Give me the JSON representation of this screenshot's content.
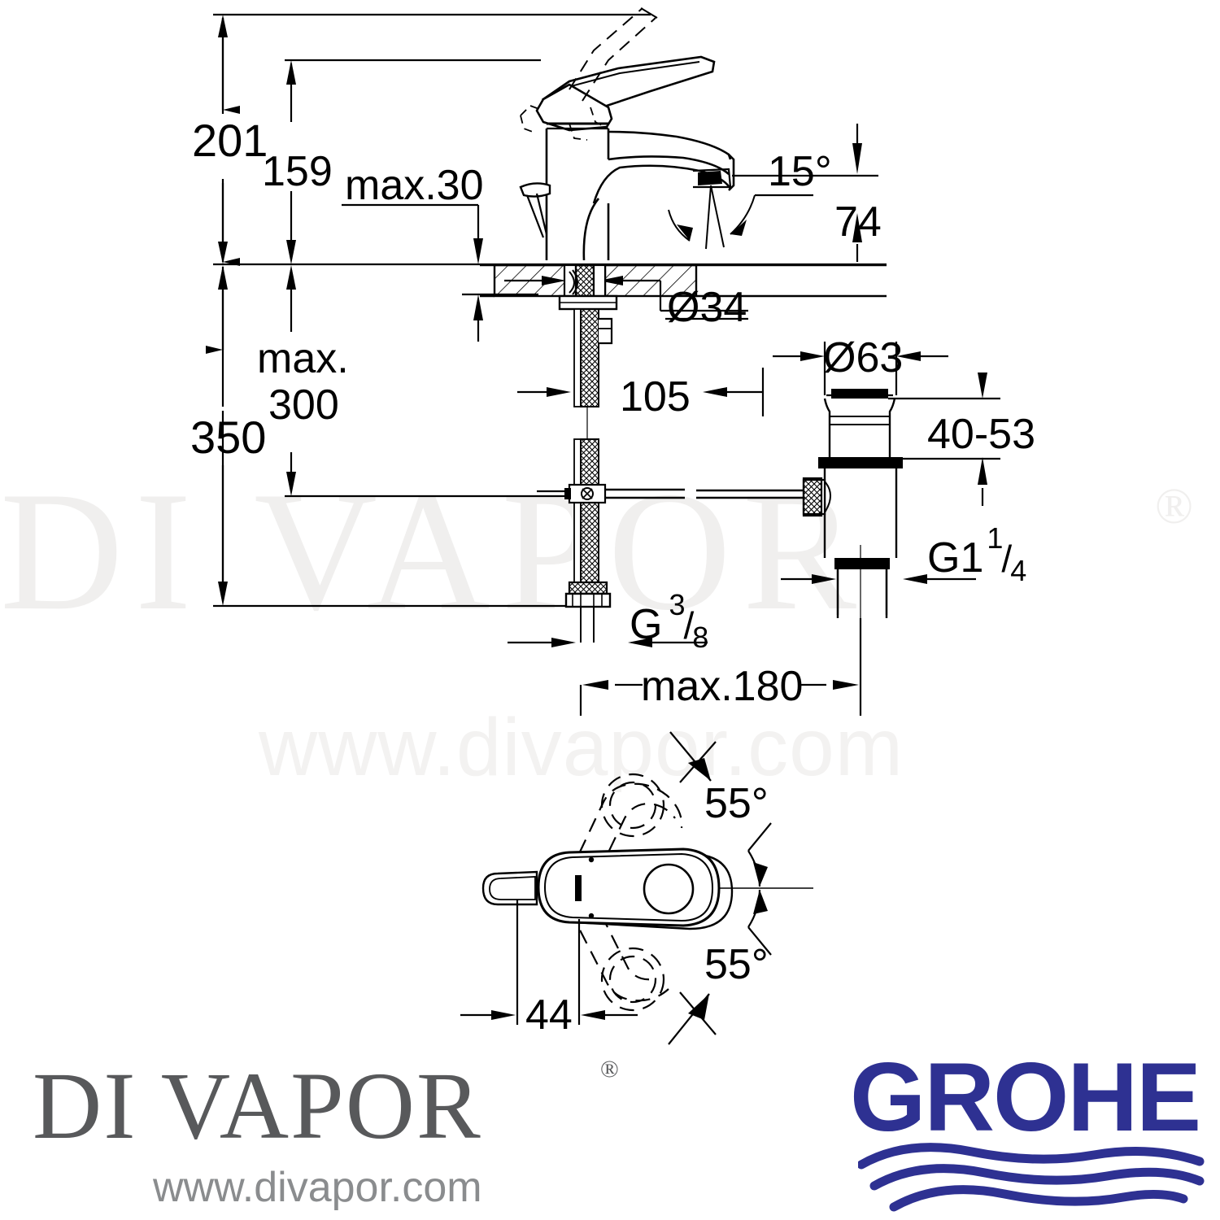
{
  "document": {
    "type": "technical-dimension-drawing",
    "subject": "Single-lever basin mixer tap with pop-up waste",
    "units": "mm"
  },
  "watermark": {
    "brand": "DI VAPOR",
    "registered": "®",
    "url": "www.divapor.com"
  },
  "brand_logos": {
    "divapor": {
      "word": "DI VAPOR",
      "registered": "®",
      "url": "www.divapor.com",
      "word_color": "#58595b",
      "url_color": "#8a8c8e"
    },
    "grohe": {
      "word": "GROHE",
      "color": "#2e3192"
    }
  },
  "dimensions": {
    "overall_height_to_lever": "201",
    "spout_height": "159",
    "max_worktop_thickness": "max.30",
    "spray_angle": "15°",
    "projection": "74",
    "max_hose_length": "max.",
    "max_hose_length_value": "300",
    "total_length": "350",
    "mounting_hole_diameter": "Ø34",
    "shank_length": "105",
    "waste_flange_diameter": "Ø63",
    "waste_range": "40-53",
    "waste_thread": "G1",
    "waste_thread_num": "1",
    "waste_thread_den": "4",
    "supply_thread": "G",
    "supply_thread_num": "3",
    "supply_thread_den": "8",
    "max_supply_spacing": "max.180",
    "plan_angle_upper": "55°",
    "plan_angle_lower": "55°",
    "plan_offset": "44"
  },
  "colors": {
    "line": "#000000",
    "watermark": "#f0efee",
    "grohe_blue": "#2e3192",
    "divapor_grey": "#58595b"
  }
}
